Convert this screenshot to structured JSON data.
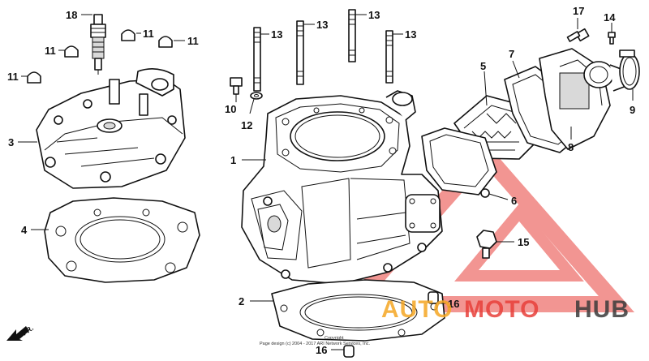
{
  "callouts": [
    {
      "id": "18",
      "label": "18"
    },
    {
      "id": "11a",
      "label": "11"
    },
    {
      "id": "11b",
      "label": "11"
    },
    {
      "id": "11c",
      "label": "11"
    },
    {
      "id": "11d",
      "label": "11"
    },
    {
      "id": "3",
      "label": "3"
    },
    {
      "id": "4",
      "label": "4"
    },
    {
      "id": "13a",
      "label": "13"
    },
    {
      "id": "13b",
      "label": "13"
    },
    {
      "id": "13c",
      "label": "13"
    },
    {
      "id": "13d",
      "label": "13"
    },
    {
      "id": "10",
      "label": "10"
    },
    {
      "id": "12",
      "label": "12"
    },
    {
      "id": "1",
      "label": "1"
    },
    {
      "id": "2",
      "label": "2"
    },
    {
      "id": "16a",
      "label": "16"
    },
    {
      "id": "16b",
      "label": "16"
    },
    {
      "id": "5",
      "label": "5"
    },
    {
      "id": "7",
      "label": "7"
    },
    {
      "id": "17",
      "label": "17"
    },
    {
      "id": "14",
      "label": "14"
    },
    {
      "id": "9",
      "label": "9"
    },
    {
      "id": "8",
      "label": "8"
    },
    {
      "id": "6",
      "label": "6"
    },
    {
      "id": "15",
      "label": "15"
    }
  ],
  "direction_marker": {
    "label": "FR."
  },
  "watermark": {
    "part1": "AUTO",
    "part2": "MOTO",
    "part3": "HUB",
    "color_triangle": "#e8403a",
    "color_auto": "#f5a623",
    "color_moto": "#e8403a",
    "color_hub": "#3b3b3b"
  },
  "copyright": {
    "line1": "Copyright",
    "line2": "Page design (c) 2004 - 2017 ARI Network Services, Inc."
  }
}
